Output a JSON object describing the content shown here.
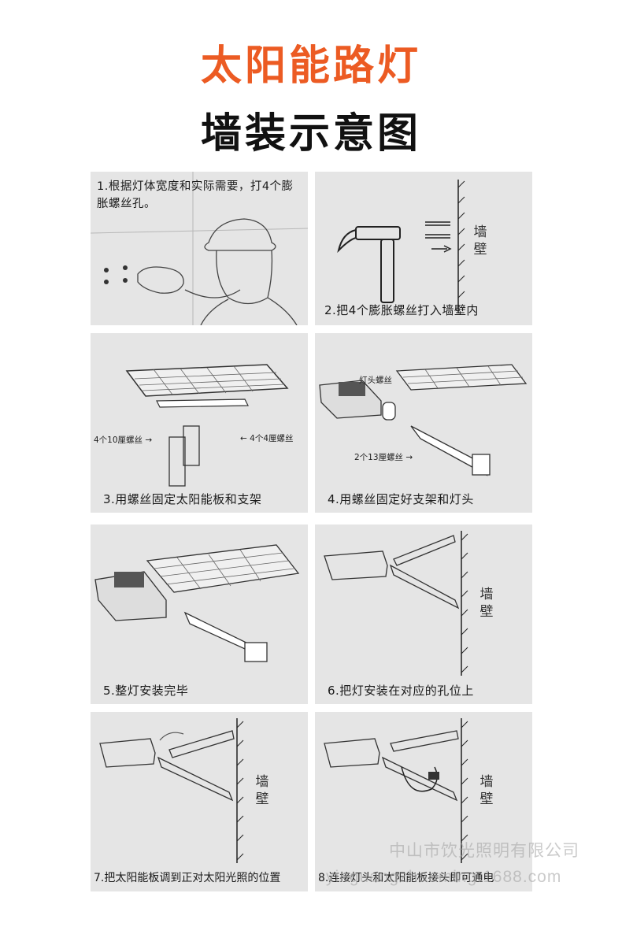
{
  "header": {
    "title": "太阳能路灯",
    "subtitle": "墙装示意图",
    "title_color": "#ec5b23"
  },
  "panels": [
    {
      "id": 1,
      "caption": "1.根据灯体宽度和实际需要，打4个膨胀螺丝孔。"
    },
    {
      "id": 2,
      "caption": "2.把4个膨胀螺丝打入墙壁内",
      "wall_label": "墙壁"
    },
    {
      "id": 3,
      "caption": "3.用螺丝固定太阳能板和支架",
      "parts": {
        "left": "4个10厘螺丝 →",
        "right": "← 4个4厘螺丝"
      }
    },
    {
      "id": 4,
      "caption": "4.用螺丝固定好支架和灯头",
      "parts": {
        "head": "灯头螺丝",
        "bottom": "2个13厘螺丝 →"
      }
    },
    {
      "id": 5,
      "caption": "5.整灯安装完毕"
    },
    {
      "id": 6,
      "caption": "6.把灯安装在对应的孔位上",
      "wall_label": "墙壁"
    },
    {
      "id": 7,
      "caption": "7.把太阳能板调到正对太阳光照的位置",
      "wall_label": "墙壁"
    },
    {
      "id": 8,
      "caption": "8.连接灯头和太阳能板接头即可通电",
      "wall_label": "墙壁"
    }
  ],
  "watermark": {
    "line1": "中山市饮光照明有限公司",
    "line2": "yinguangzhaoming.1688.com"
  }
}
